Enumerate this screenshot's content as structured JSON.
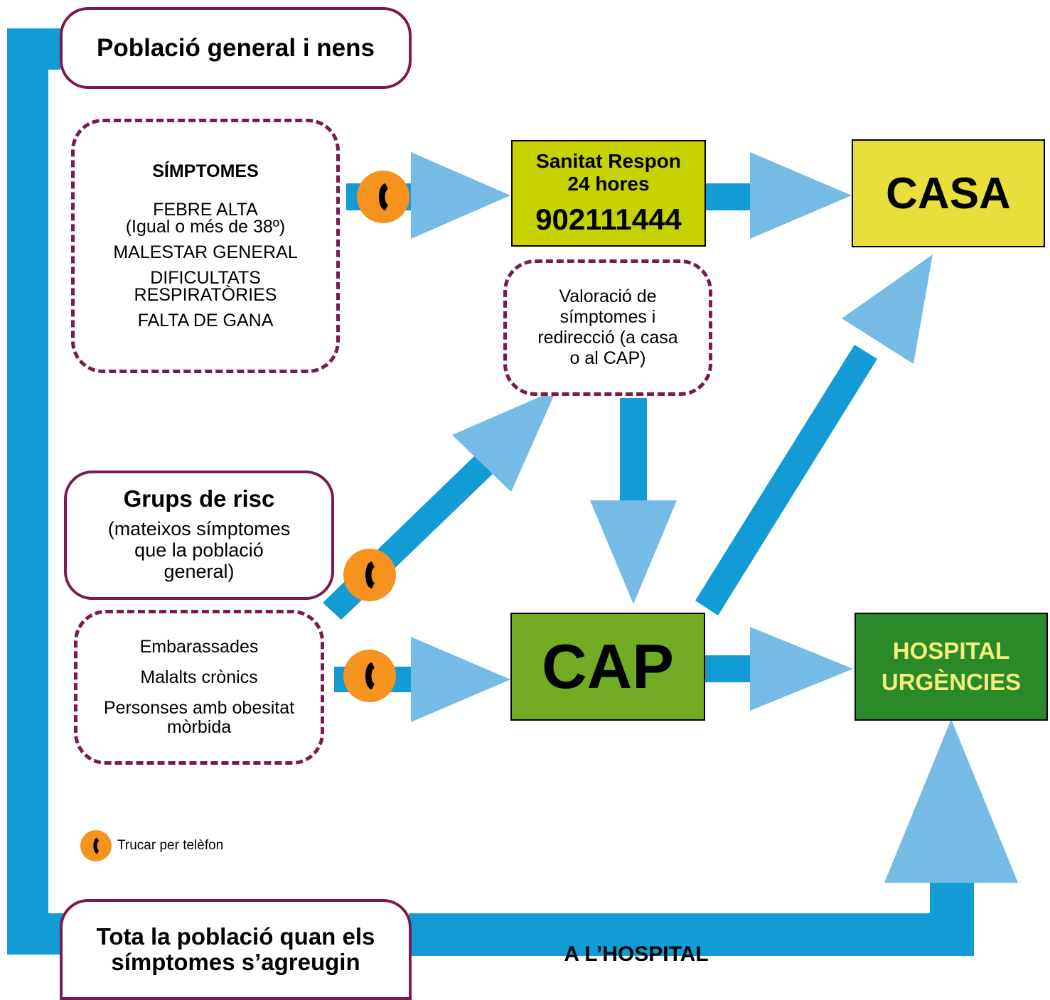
{
  "population_general": {
    "title": "Població general i nens"
  },
  "symptoms": {
    "title": "SÍMPTOMES",
    "items": [
      "FEBRE ALTA",
      "(Igual o més de 38º)",
      "MALESTAR GENERAL",
      "DIFICULTATS",
      "RESPIRATÒRIES",
      "FALTA DE GANA"
    ]
  },
  "sanitat": {
    "line1": "Sanitat Respon",
    "line2": "24 hores",
    "phone": "902111444",
    "color": "#c8d200"
  },
  "casa": {
    "label": "CASA",
    "color": "#e8de3c"
  },
  "valoracio": {
    "lines": [
      "Valoració de",
      "símptomes i",
      "redirecció (a casa",
      "o al CAP)"
    ]
  },
  "risk_group": {
    "title": "Grups de risc",
    "lines": [
      "(mateixos símptomes",
      "que la població",
      "general)"
    ]
  },
  "risk_list": {
    "items": [
      "Embarassades",
      "Malalts crònics",
      "Personses amb obesitat",
      "mòrbida"
    ]
  },
  "cap": {
    "label": "CAP",
    "color": "#74ab24"
  },
  "hospital": {
    "line1": "HOSPITAL",
    "line2": "URGÈNCIES",
    "color": "#2a8a2a",
    "text_color": "#f2ef7a"
  },
  "all_population": {
    "line1": "Tota la població quan els",
    "line2": "símptomes s’agreugin"
  },
  "hospital_route": {
    "label": "A L’HOSPITAL"
  },
  "legend": {
    "label": "Trucar per telèfon",
    "icon": "phone-icon"
  },
  "colors": {
    "connector": "#129bd4",
    "arrowhead": "#75bbe6",
    "border": "#7a1a4e",
    "phone": "#f6921e"
  }
}
